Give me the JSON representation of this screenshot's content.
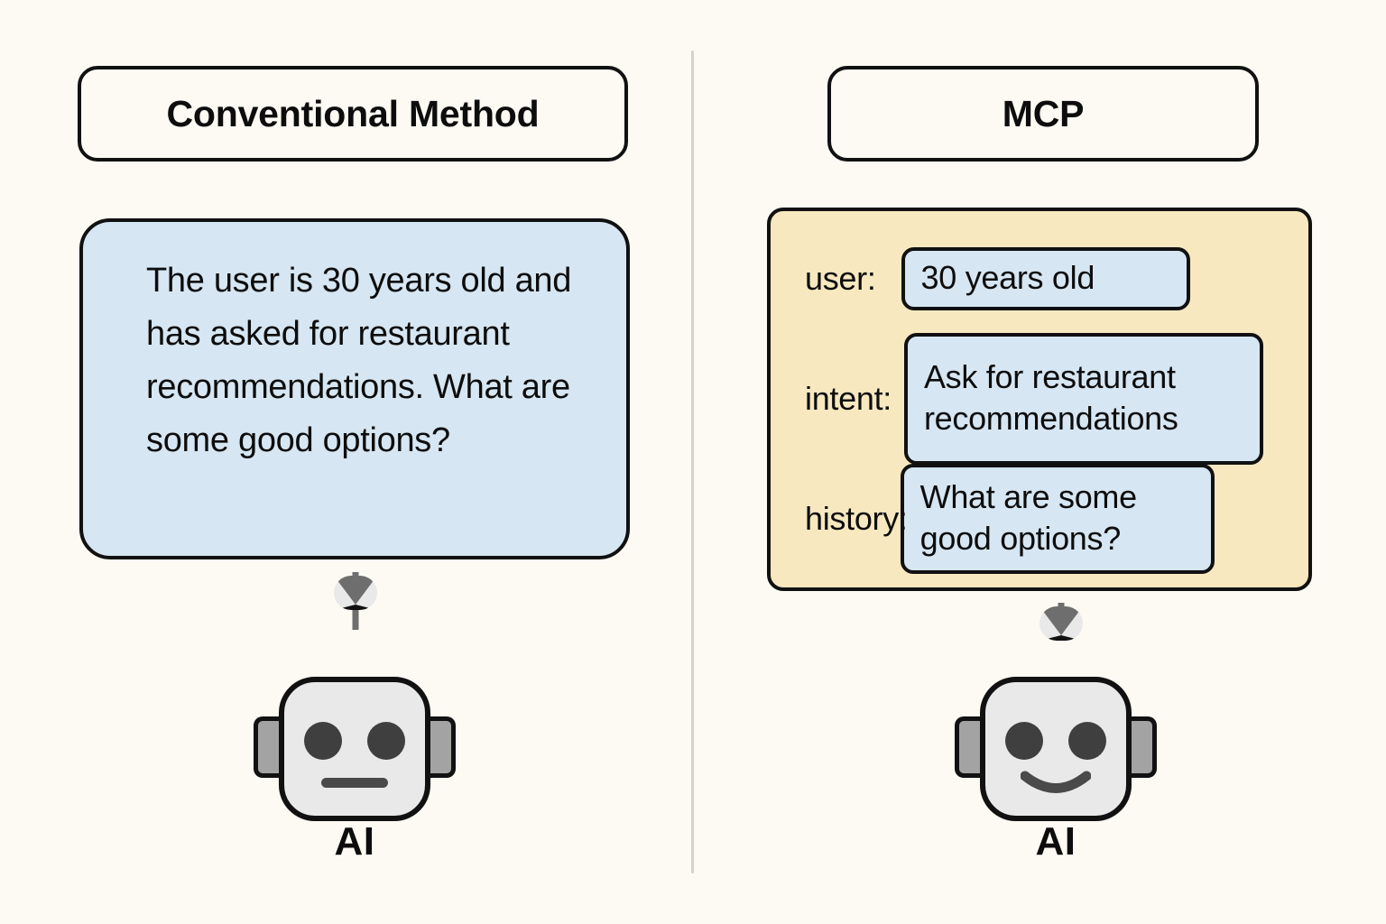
{
  "background_color": "#fdfaf3",
  "accent_colors": {
    "prompt_blue": "#d6e6f2",
    "mcp_yellow": "#f7e8bf",
    "outline_black": "#111111",
    "arrow_gray": "#6e6e6e",
    "divider_gray": "#d5d3cd",
    "robot_head": "#e9e9e9",
    "robot_ear": "#a3a3a3",
    "robot_eye": "#3f3f3f"
  },
  "left_panel": {
    "title": "Conventional Method",
    "prompt_text": "The user is 30 years old and has asked for restaurant recommendations. What are some good options?",
    "arrow_icon": "down-arrow-icon",
    "robot": {
      "expression": "neutral",
      "mouth_icon": "flat-mouth-icon",
      "caption": "AI"
    }
  },
  "right_panel": {
    "title": "MCP",
    "fields": [
      {
        "label": "user:",
        "value": "30 years old"
      },
      {
        "label": "intent:",
        "value": "Ask for restaurant recommendations"
      },
      {
        "label": "history:",
        "value": "What are some good options?"
      }
    ],
    "arrow_icon": "down-arrow-icon",
    "robot": {
      "expression": "smiling",
      "mouth_icon": "smile-mouth-icon",
      "caption": "AI"
    }
  }
}
